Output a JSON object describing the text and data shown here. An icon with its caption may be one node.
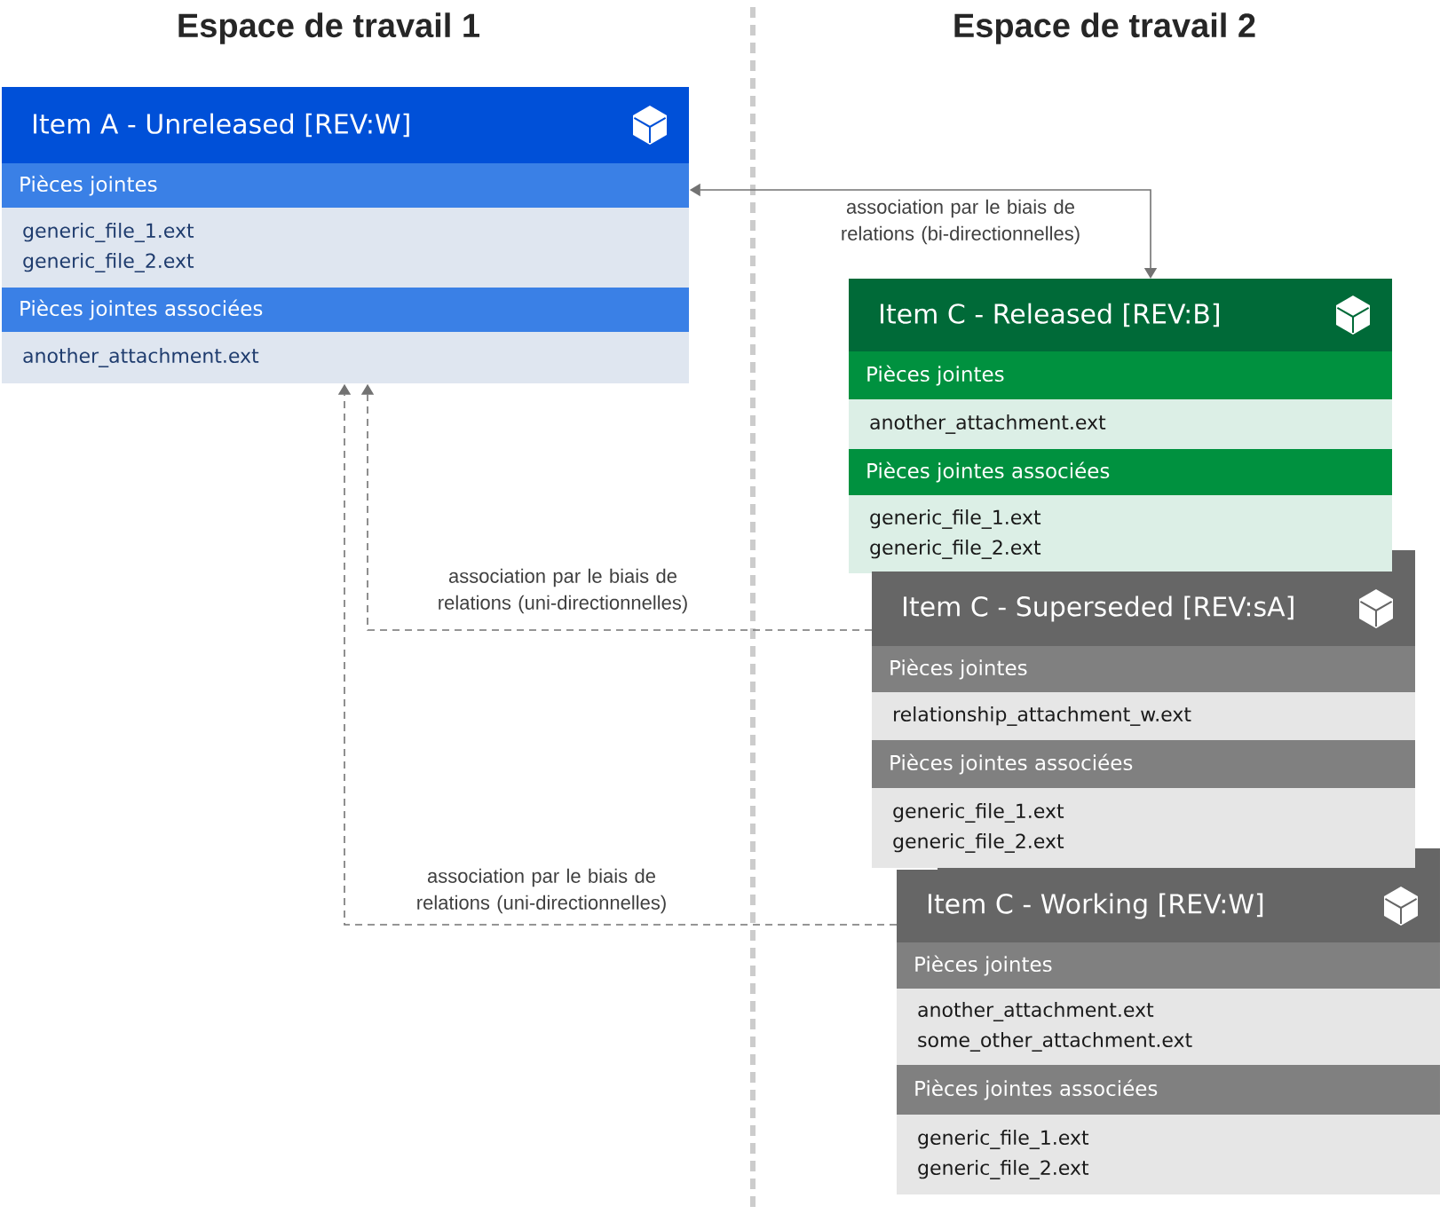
{
  "diagram": {
    "nodes": [
      {
        "text": [
          "Item A - Unreleased [REV:W]",
          "Pièces jointes",
          "generic_file_1.ext",
          "generic_file_2.ext",
          "Pièces jointes associées",
          "another_attachment.ext"
        ]
      },
      {
        "text": [
          "Item C - Released [REV:B]",
          "Pièces jointes",
          "another_attachment.ext",
          "Pièces jointes associées",
          "generic_file_1.ext",
          "generic_file_2.ext"
        ]
      },
      {
        "text": [
          "Item C - Superseded [REV:sA]",
          "Pièces jointes",
          "relationship_attachment_w.ext",
          "Pièces jointes associées",
          "generic_file_1.ext",
          "generic_file_2.ext"
        ]
      },
      {
        "text": [
          "Item C - Working [REV:W]",
          "Pièces jointes",
          "another_attachment.ext",
          "some_other_attachment.ext",
          "Pièces jointes associées",
          "generic_file_1.ext",
          "generic_file_2.ext"
        ]
      }
    ],
    "edges": [
      {
        "from": 1,
        "to": 0,
        "arrow": "both",
        "label": "association par le biais de relations (bi-directionnelles)"
      },
      {
        "from": 2,
        "to": 0,
        "arrow": "to",
        "style": "dashed",
        "label": "association par le biais de relations (uni-directionnelles)"
      },
      {
        "from": 3,
        "to": 0,
        "arrow": "to",
        "style": "dashed",
        "label": "association par le biais de relations (uni-directionnelles)"
      }
    ],
    "labels": [
      "Espace de travail 1",
      "Espace de travail 2"
    ]
  }
}
